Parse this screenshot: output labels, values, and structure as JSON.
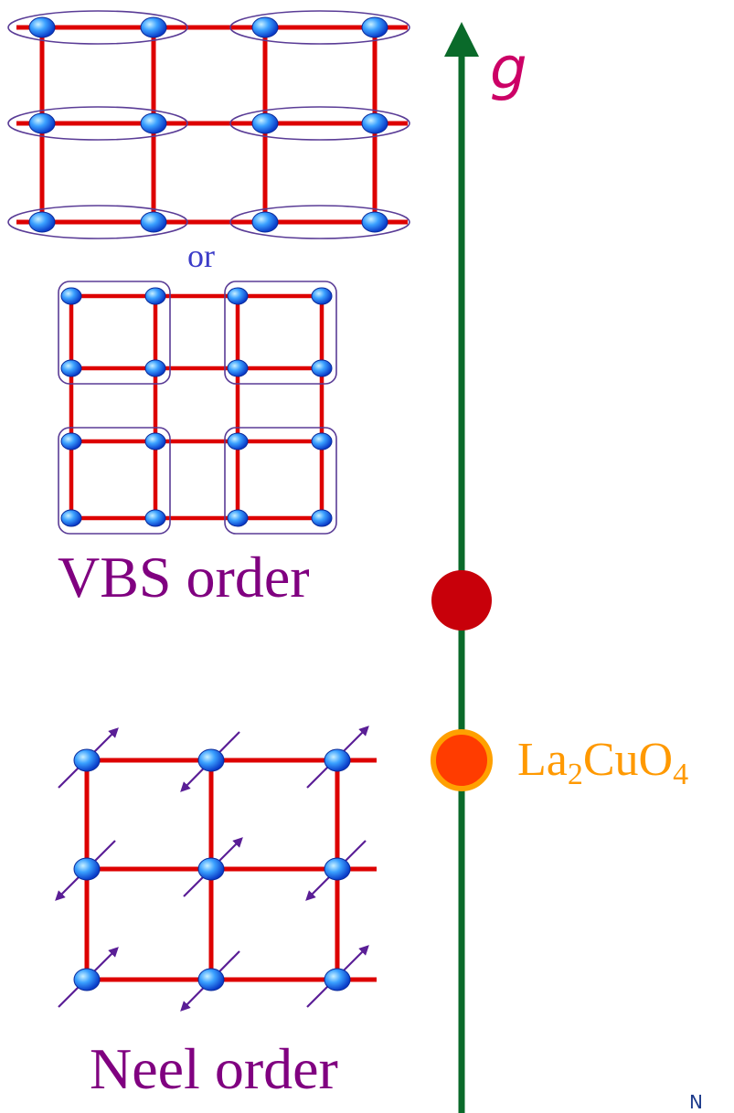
{
  "axis": {
    "label": "g",
    "color": "#0a6a2a"
  },
  "points": {
    "critical": {
      "name": "critical-point",
      "color": "#c8000a"
    },
    "la2cuo4": {
      "name": "La2CuO4",
      "fill": "#ff3c00",
      "ring": "#ffa000"
    }
  },
  "labels": {
    "or": "or",
    "vbs": "VBS order",
    "neel": "Neel order",
    "la_main": "La",
    "la_sub1": "2",
    "la_mid": "CuO",
    "la_sub2": "4",
    "corner": "N"
  },
  "colors": {
    "bond": "#dd0000",
    "site": "#1e90ff",
    "singlet_outline": "#5a3c96",
    "spin_arrow": "#5a1e96"
  }
}
